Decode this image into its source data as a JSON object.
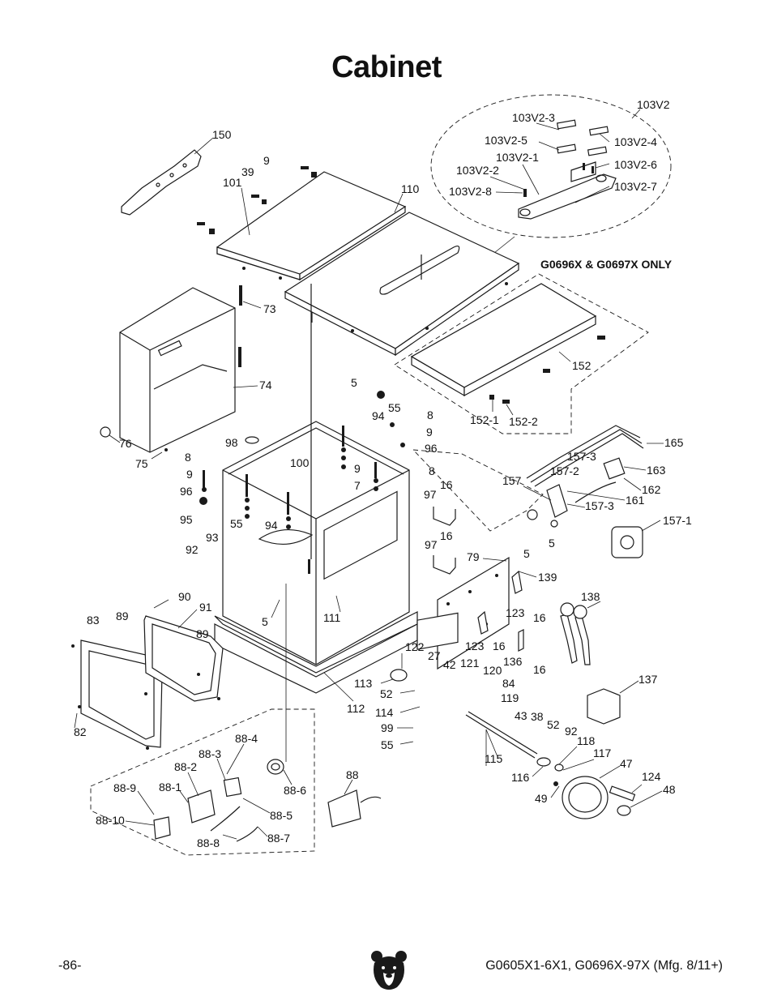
{
  "title": "Cabinet",
  "kit_note": "G0696X & G0697X ONLY",
  "footer": {
    "page_number": "-86-",
    "model_line": "G0605X1-6X1, G0696X-97X (Mfg. 8/11+)"
  },
  "logo": "bear-head-logo",
  "labels": {
    "p103V2": "103V2",
    "p103V2_3": "103V2-3",
    "p103V2_5": "103V2-5",
    "p103V2_4": "103V2-4",
    "p103V2_1": "103V2-1",
    "p103V2_6": "103V2-6",
    "p103V2_2": "103V2-2",
    "p103V2_7": "103V2-7",
    "p103V2_8": "103V2-8",
    "p150": "150",
    "p39": "39",
    "p9a": "9",
    "p101": "101",
    "p110": "110",
    "p73": "73",
    "p74": "74",
    "p76": "76",
    "p75": "75",
    "p152": "152",
    "p152_1": "152-1",
    "p152_2": "152-2",
    "p5a": "5",
    "p55a": "55",
    "p94a": "94",
    "p8a": "8",
    "p9b": "9",
    "p96a": "96",
    "p98": "98",
    "p100": "100",
    "p9c": "9",
    "p8b": "8",
    "p7": "7",
    "p8c": "8",
    "p9d": "9",
    "p96b": "96",
    "p95": "95",
    "p55b": "55",
    "p94b": "94",
    "p93": "93",
    "p92a": "92",
    "p97a": "97",
    "p16a": "16",
    "p97b": "97",
    "p16b": "16",
    "p165": "165",
    "p157_3a": "157-3",
    "p163": "163",
    "p157_2": "157-2",
    "p157": "157",
    "p162": "162",
    "p161": "161",
    "p157_3b": "157-3",
    "p157_1": "157-1",
    "p5b": "5",
    "p5c": "5",
    "p79": "79",
    "p139": "139",
    "p90": "90",
    "p91": "91",
    "p83": "83",
    "p89a": "89",
    "p89b": "89",
    "p5d": "5",
    "p111": "111",
    "p123a": "123",
    "p16c": "16",
    "p123b": "123",
    "p16d": "16",
    "p136": "136",
    "p16e": "16",
    "p138": "138",
    "p137": "137",
    "p122": "122",
    "p27": "27",
    "p42": "42",
    "p121": "121",
    "p120": "120",
    "p84": "84",
    "p113": "113",
    "p52a": "52",
    "p119": "119",
    "p112": "112",
    "p114": "114",
    "p99": "99",
    "p55c": "55",
    "p43": "43",
    "p38": "38",
    "p52b": "52",
    "p92b": "92",
    "p118": "118",
    "p115": "115",
    "p117": "117",
    "p47": "47",
    "p116": "116",
    "p124": "124",
    "p48": "48",
    "p49": "49",
    "p82": "82",
    "p88_4": "88-4",
    "p88_3": "88-3",
    "p88_2": "88-2",
    "p88_1": "88-1",
    "p88_9": "88-9",
    "p88_10": "88-10",
    "p88_8": "88-8",
    "p88_7": "88-7",
    "p88_5": "88-5",
    "p88_6": "88-6",
    "p88": "88"
  }
}
